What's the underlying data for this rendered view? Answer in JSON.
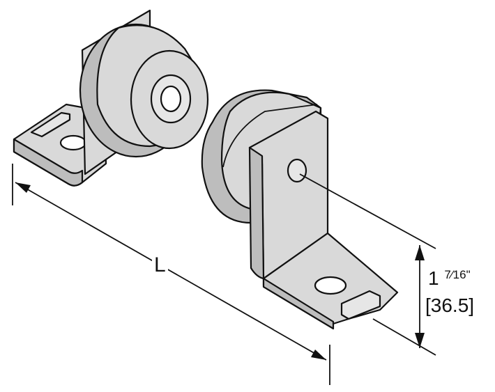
{
  "dimensions": {
    "length_label": "L",
    "height_imperial_whole": "1 ",
    "height_imperial_fraction": "7⁄16",
    "height_imperial_unit": "\"",
    "height_metric": "[36.5]"
  },
  "colors": {
    "part_fill": "#d9d9d9",
    "outline": "#111111",
    "background": "#ffffff"
  }
}
